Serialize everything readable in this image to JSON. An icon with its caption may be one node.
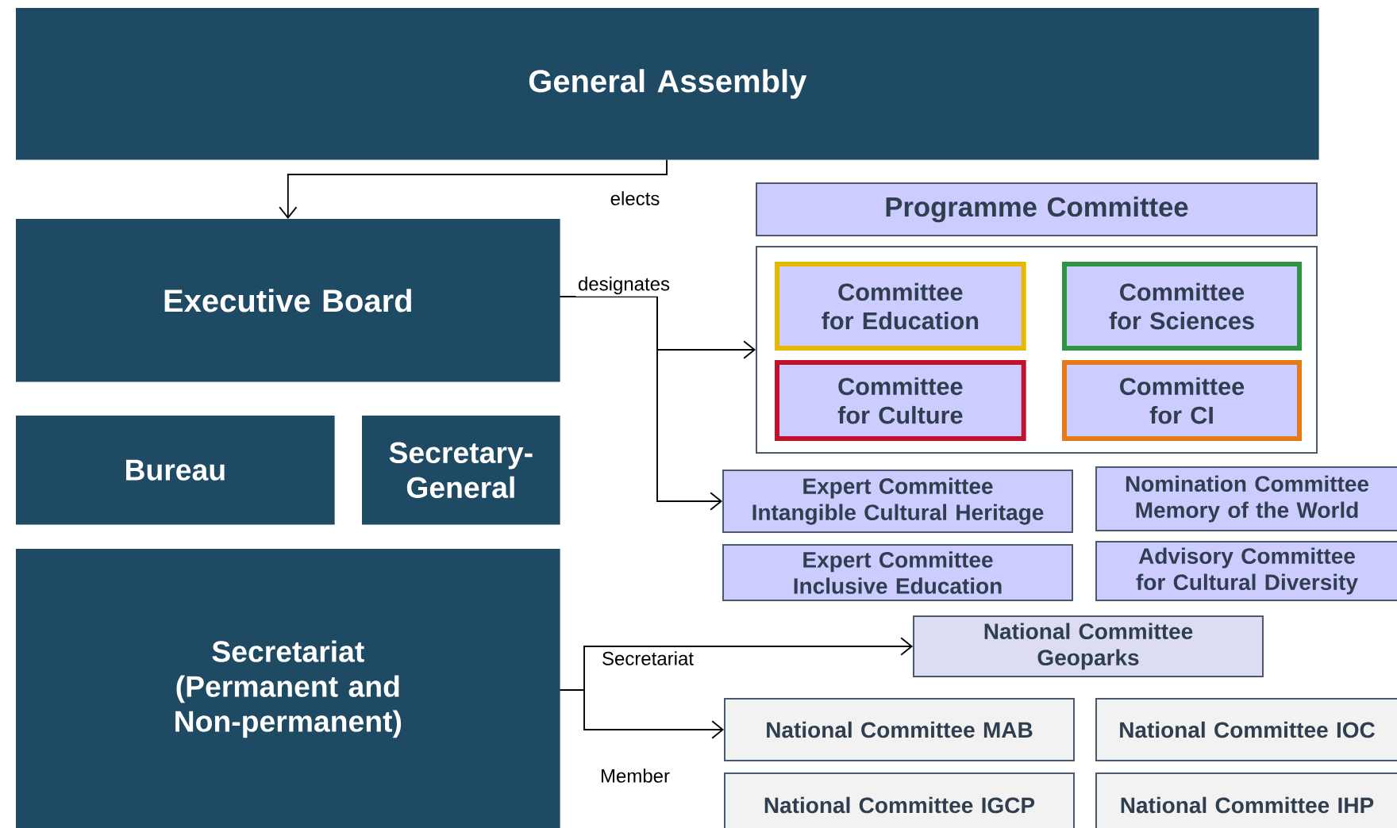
{
  "diagram": {
    "nodes": [
      {
        "text": [
          "General Assembly"
        ]
      },
      {
        "text": [
          "Executive Board"
        ]
      },
      {
        "text": [
          "Bureau"
        ]
      },
      {
        "text": [
          "Secretary-General"
        ]
      },
      {
        "text": [
          "Secretariat (Permanent and Non-permanent)"
        ]
      },
      {
        "text": [
          "Programme Committee"
        ]
      },
      {
        "text": [],
        "shape": "box"
      },
      {
        "text": [
          "Committee for Education"
        ],
        "in": 6
      },
      {
        "text": [
          "Committee for Sciences"
        ],
        "in": 6
      },
      {
        "text": [
          "Committee for Culture"
        ],
        "in": 6
      },
      {
        "text": [
          "Committee for CI"
        ],
        "in": 6
      },
      {
        "text": [
          "Expert Committee Intangible Cultural Heritage"
        ]
      },
      {
        "text": [
          "Nomination Committee Memory of the World"
        ]
      },
      {
        "text": [
          "Expert Committee Inclusive Education"
        ]
      },
      {
        "text": [
          "Advisory Committee for Cultural Diversity"
        ]
      },
      {
        "text": [
          "National Committee Geoparks"
        ]
      },
      {
        "text": [
          "National Committee MAB"
        ]
      },
      {
        "text": [
          "National Committee IOC"
        ]
      },
      {
        "text": [
          "National Committee IGCP"
        ]
      },
      {
        "text": [
          "National Committee IHP"
        ]
      }
    ],
    "edges": [
      {
        "from": 0,
        "to": 1,
        "arrow": "to",
        "label": "elects"
      },
      {
        "from": 1,
        "to": 6,
        "arrow": "to",
        "label": "designates"
      },
      {
        "from": 1,
        "to": 11,
        "arrow": "to"
      },
      {
        "from": 4,
        "to": 15,
        "arrow": "to",
        "label": "Secretariat"
      },
      {
        "from": 4,
        "to": 16,
        "arrow": "to",
        "label": "Member"
      }
    ]
  }
}
